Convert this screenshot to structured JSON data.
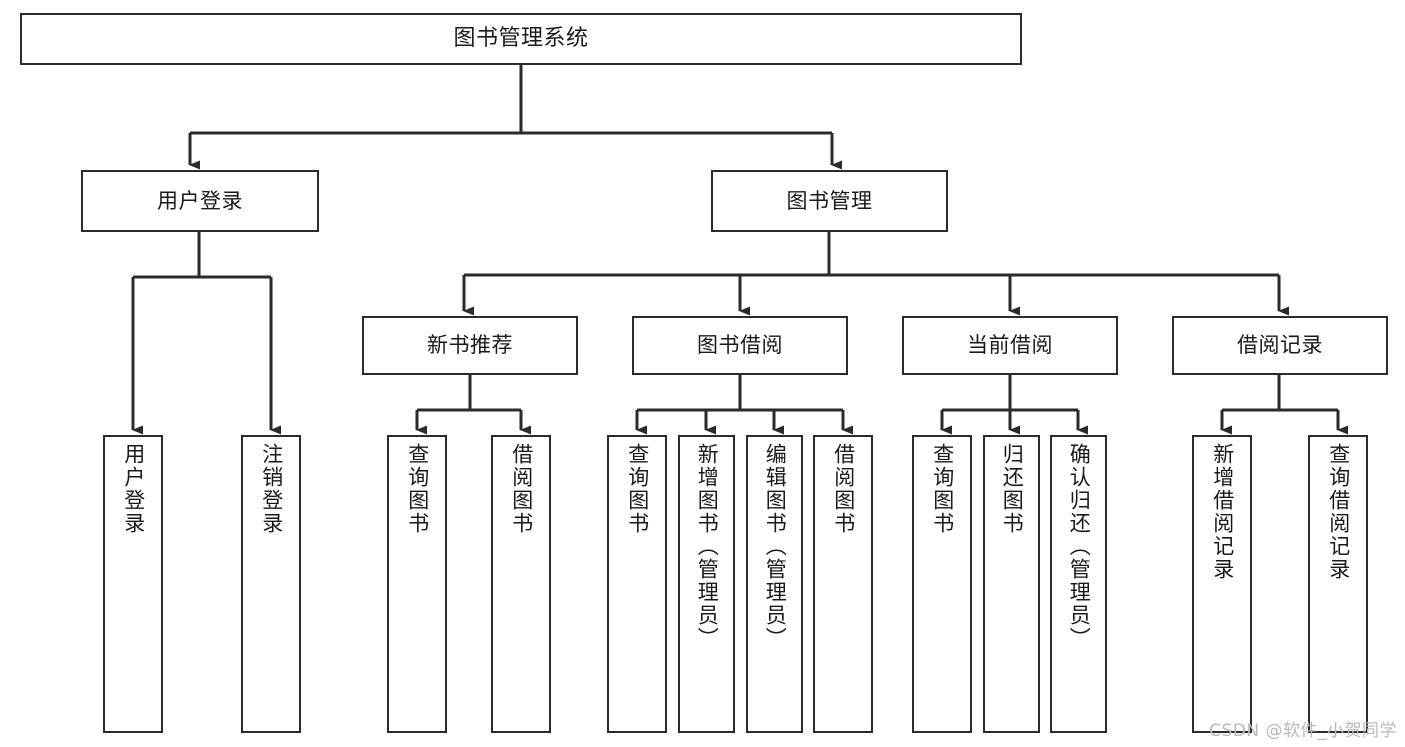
{
  "diagram": {
    "title": "图书管理系统",
    "type": "tree-hierarchy",
    "root": {
      "id": "root",
      "label": "图书管理系统"
    },
    "level2": [
      {
        "id": "user-login",
        "label": "用户登录"
      },
      {
        "id": "book-management",
        "label": "图书管理"
      }
    ],
    "level3": [
      {
        "id": "new-book-recommend",
        "label": "新书推荐"
      },
      {
        "id": "book-borrow",
        "label": "图书借阅"
      },
      {
        "id": "current-borrow",
        "label": "当前借阅"
      },
      {
        "id": "borrow-record",
        "label": "借阅记录"
      }
    ],
    "leaves": {
      "user_login": [
        {
          "id": "leaf-user-login",
          "label": "用户登录"
        },
        {
          "id": "leaf-logout-login",
          "label": "注销登录"
        }
      ],
      "new_book_recommend": [
        {
          "id": "leaf-query-book-1",
          "label": "查询图书"
        },
        {
          "id": "leaf-borrow-book-1",
          "label": "借阅图书"
        }
      ],
      "book_borrow": [
        {
          "id": "leaf-query-book-2",
          "label": "查询图书"
        },
        {
          "id": "leaf-add-book",
          "label": "新增图书（管理员）"
        },
        {
          "id": "leaf-edit-book",
          "label": "编辑图书（管理员）"
        },
        {
          "id": "leaf-borrow-book-2",
          "label": "借阅图书"
        }
      ],
      "current_borrow": [
        {
          "id": "leaf-query-book-3",
          "label": "查询图书"
        },
        {
          "id": "leaf-return-book",
          "label": "归还图书"
        },
        {
          "id": "leaf-confirm-return",
          "label": "确认归还（管理员）"
        }
      ],
      "borrow_record": [
        {
          "id": "leaf-add-record",
          "label": "新增借阅记录"
        },
        {
          "id": "leaf-query-record",
          "label": "查询借阅记录"
        }
      ]
    }
  },
  "watermark": {
    "text": "CSDN @软件_小贺同学"
  },
  "colors": {
    "stroke": "#2b2b2b",
    "background": "#ffffff",
    "text": "#1a1a1a",
    "watermark": "#b9b9b9"
  }
}
